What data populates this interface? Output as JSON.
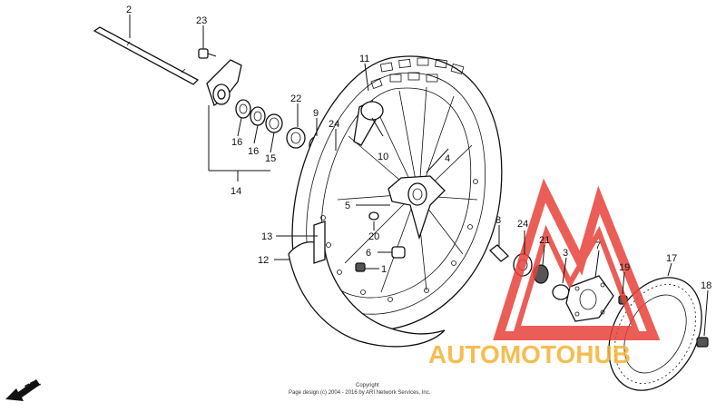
{
  "callouts": {
    "c1": "1",
    "c2": "2",
    "c3": "3",
    "c4": "4",
    "c5": "5",
    "c6": "6",
    "c7": "7",
    "c8": "8",
    "c9": "9",
    "c10": "10",
    "c11": "11",
    "c12": "12",
    "c13": "13",
    "c14": "14",
    "c15": "15",
    "c16a": "16",
    "c16b": "16",
    "c17": "17",
    "c18": "18",
    "c19": "19",
    "c20": "20",
    "c21": "21",
    "c22": "22",
    "c23": "23",
    "c24a": "24",
    "c24b": "24"
  },
  "direction_label": "FR.",
  "footer": {
    "line1": "Copyright",
    "line2": "Page design (c) 2004 - 2016 by ARI Network Services, Inc."
  },
  "watermark": {
    "text": "AUTOMOTOHUB",
    "color_triangle": "#e8423a",
    "color_text": "#f5b233"
  }
}
